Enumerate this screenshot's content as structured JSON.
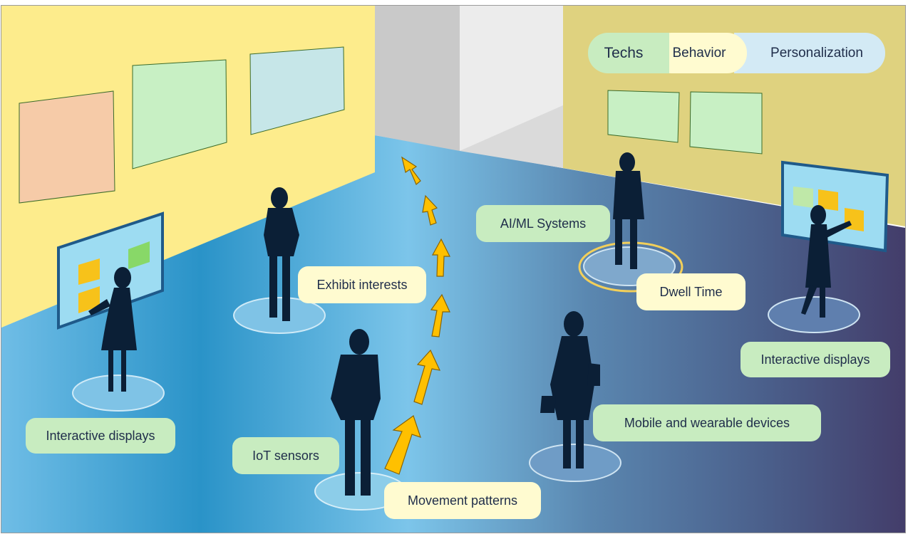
{
  "legend": {
    "techs": "Techs",
    "behavior": "Behavior",
    "personalization": "Personalization"
  },
  "labels": {
    "interactive_displays_left": "Interactive displays",
    "iot_sensors": "IoT sensors",
    "exhibit_interests": "Exhibit interests",
    "movement_patterns": "Movement patterns",
    "aiml_systems": "AI/ML Systems",
    "dwell_time": "Dwell Time",
    "interactive_displays_right": "Interactive displays",
    "mobile_wearable": "Mobile and wearable devices"
  },
  "colors": {
    "techs": "#c8ecc0",
    "behavior": "#fffbd0",
    "personalization": "#d3eaf5",
    "left_wall": "#fdec8c",
    "right_wall": "#dfd27f",
    "arrow": "#ffc000",
    "silhouette": "#0b1f36"
  }
}
